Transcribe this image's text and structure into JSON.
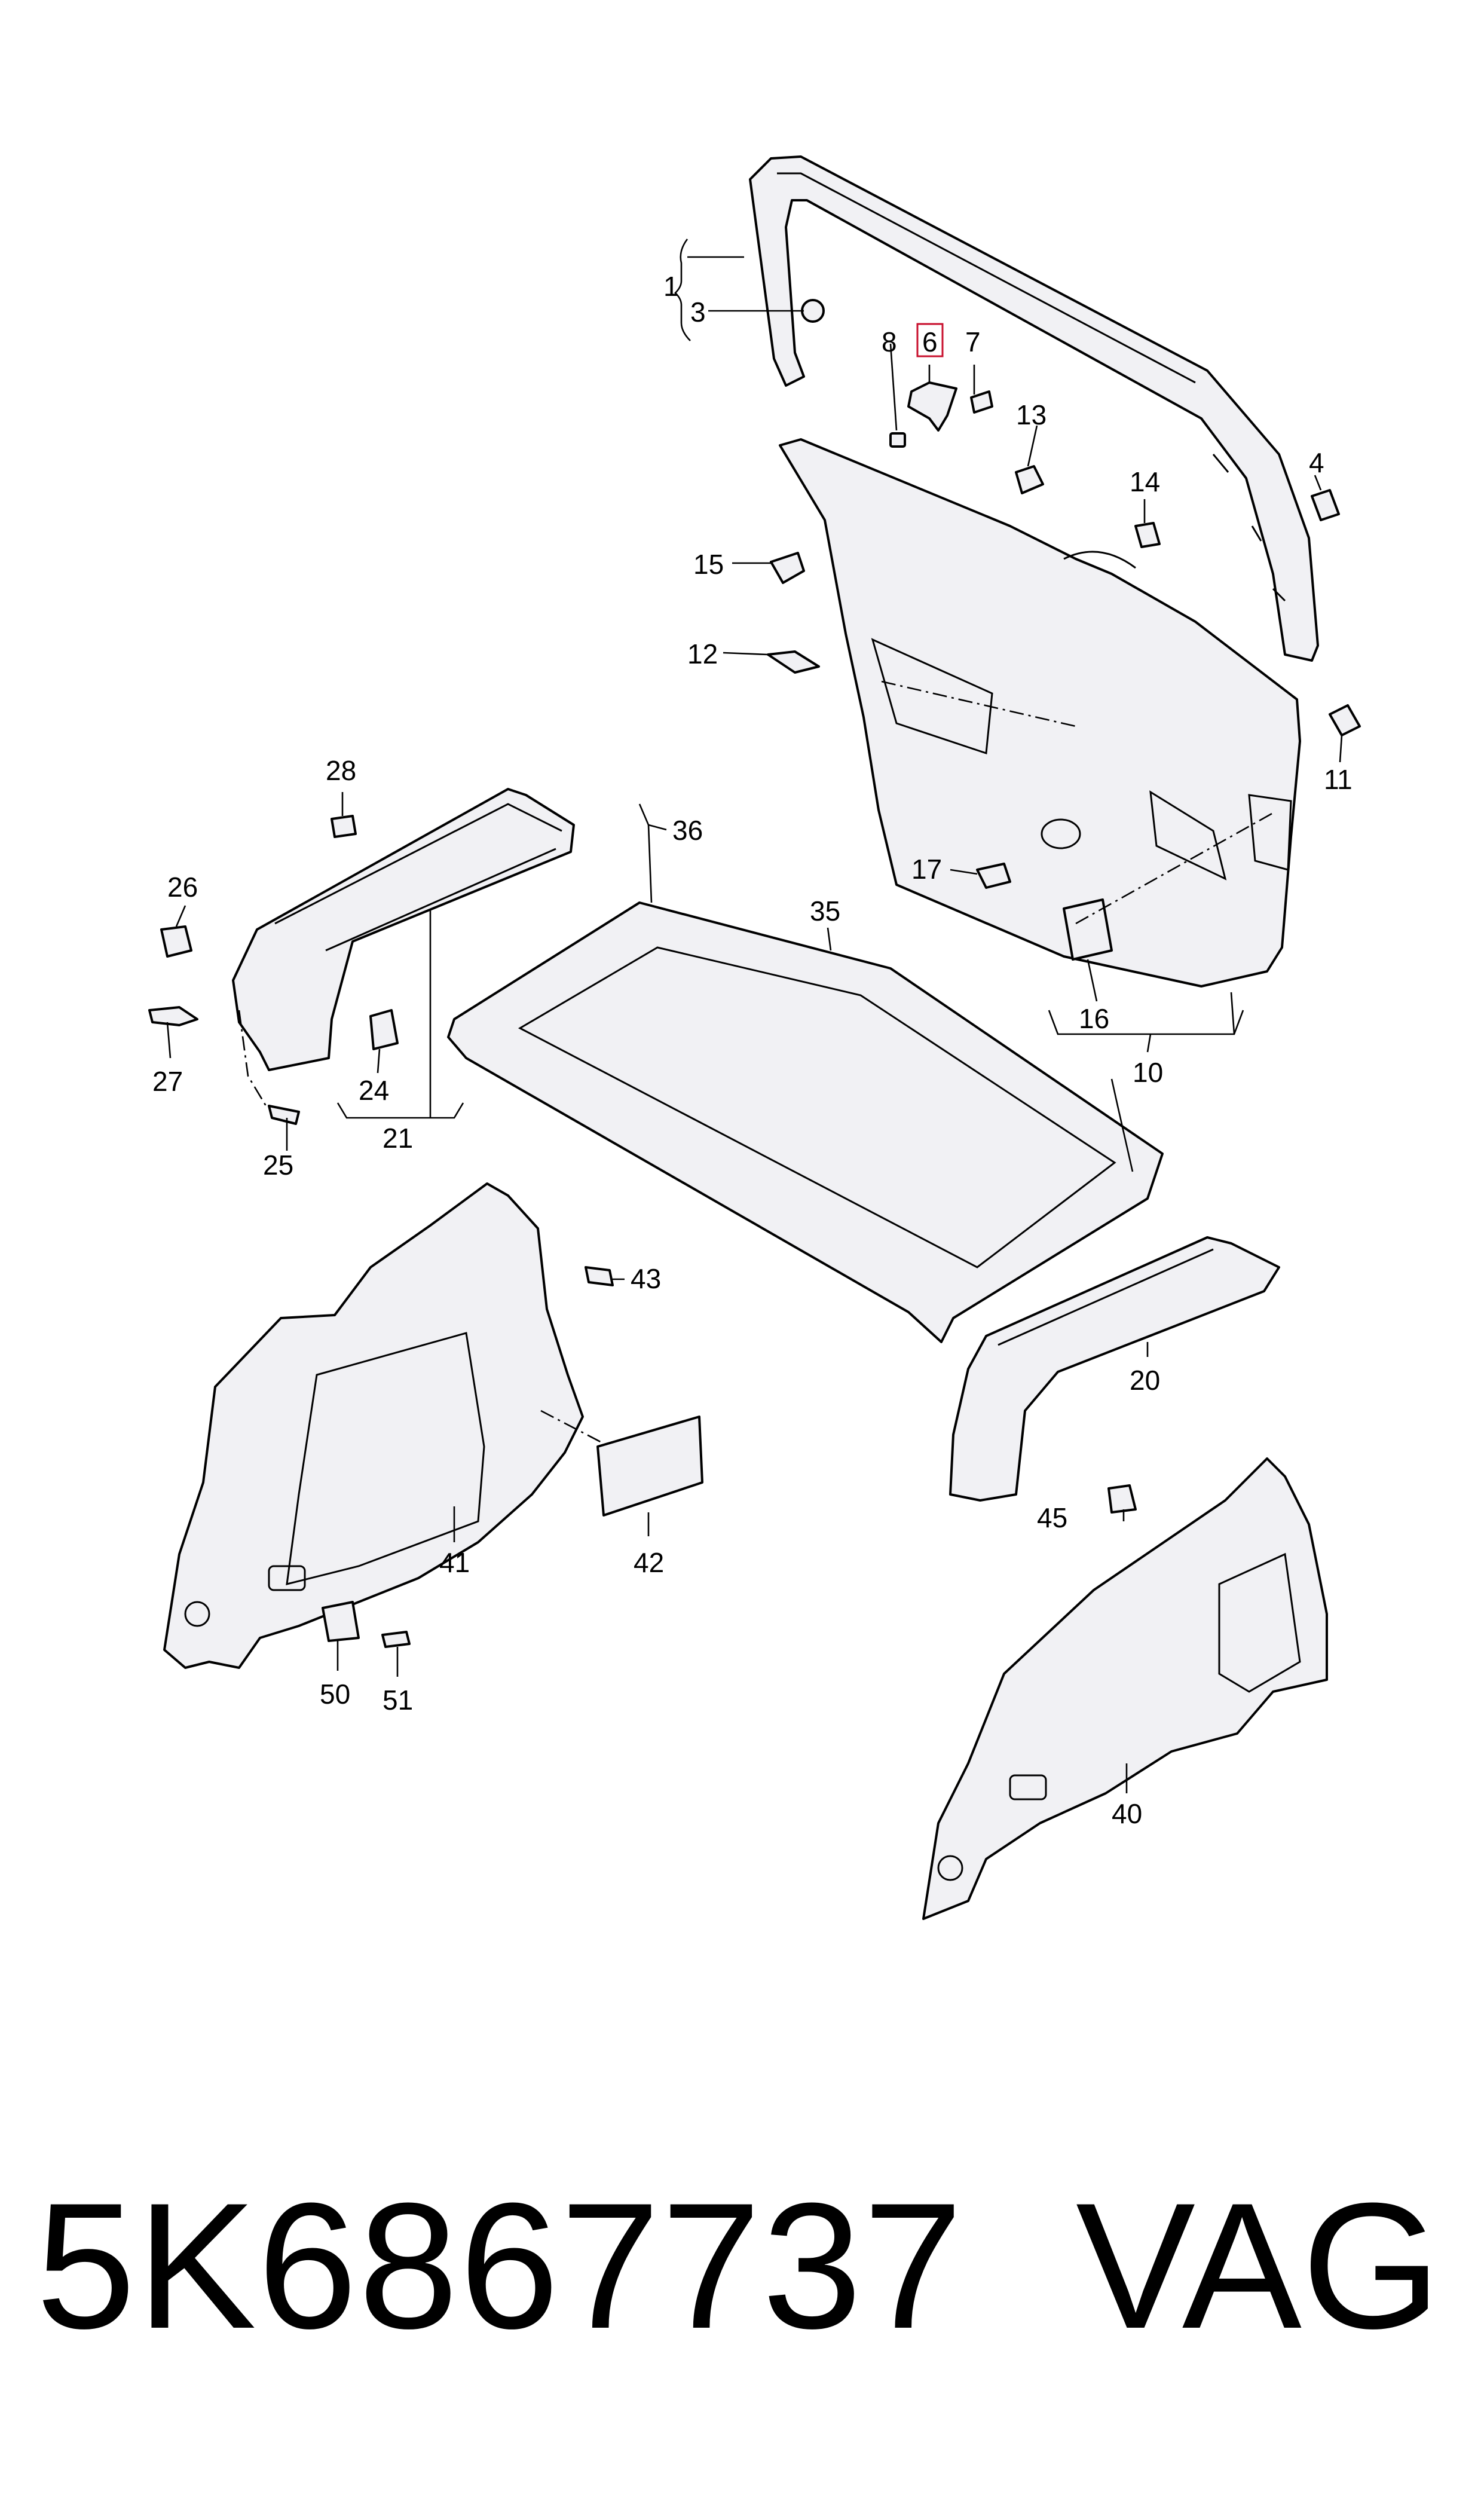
{
  "callouts": [
    "1",
    "3",
    "6",
    "7",
    "8",
    "4",
    "13",
    "14",
    "15",
    "12",
    "11",
    "28",
    "36",
    "26",
    "35",
    "17",
    "16",
    "10",
    "27",
    "24",
    "21",
    "25",
    "43",
    "20",
    "45",
    "41",
    "42",
    "50",
    "51",
    "40"
  ],
  "highlighted_callout": "6",
  "highlight_color": "#c8102e",
  "footer": {
    "part_number": "5K6867737",
    "brand": "VAG"
  }
}
